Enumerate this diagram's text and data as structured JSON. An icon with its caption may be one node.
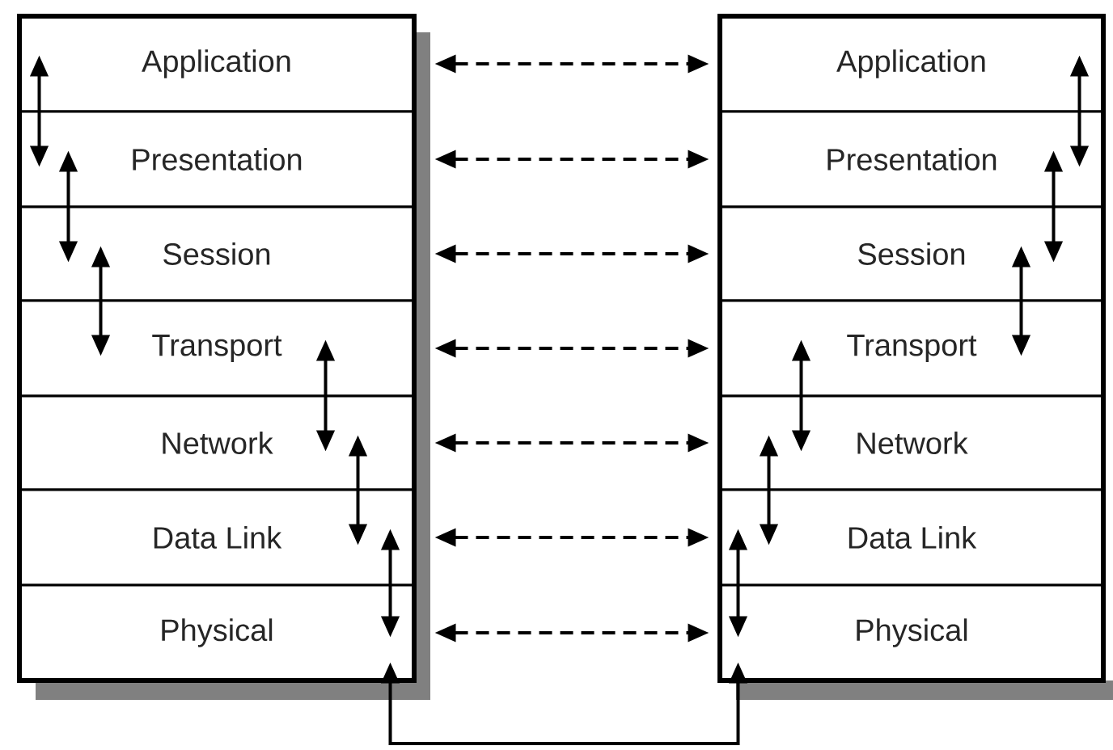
{
  "diagram": {
    "nodes": [
      {
        "text": [
          "Application"
        ]
      },
      {
        "text": [
          "Presentation"
        ]
      },
      {
        "text": [
          "Session"
        ]
      },
      {
        "text": [
          "Transport"
        ]
      },
      {
        "text": [
          "Network"
        ]
      },
      {
        "text": [
          "Data Link"
        ]
      },
      {
        "text": [
          "Physical"
        ]
      },
      {
        "text": [
          "Application"
        ]
      },
      {
        "text": [
          "Presentation"
        ]
      },
      {
        "text": [
          "Session"
        ]
      },
      {
        "text": [
          "Transport"
        ]
      },
      {
        "text": [
          "Network"
        ]
      },
      {
        "text": [
          "Data Link"
        ]
      },
      {
        "text": [
          "Physical"
        ]
      }
    ],
    "edges": [
      {
        "from": 0,
        "to": 1,
        "arrow": "both"
      },
      {
        "from": 1,
        "to": 2,
        "arrow": "both"
      },
      {
        "from": 2,
        "to": 3,
        "arrow": "both"
      },
      {
        "from": 3,
        "to": 4,
        "arrow": "both"
      },
      {
        "from": 4,
        "to": 5,
        "arrow": "both"
      },
      {
        "from": 5,
        "to": 6,
        "arrow": "both"
      },
      {
        "from": 7,
        "to": 8,
        "arrow": "both"
      },
      {
        "from": 8,
        "to": 9,
        "arrow": "both"
      },
      {
        "from": 9,
        "to": 10,
        "arrow": "both"
      },
      {
        "from": 10,
        "to": 11,
        "arrow": "both"
      },
      {
        "from": 11,
        "to": 12,
        "arrow": "both"
      },
      {
        "from": 12,
        "to": 13,
        "arrow": "both"
      },
      {
        "from": 0,
        "to": 7,
        "arrow": "both",
        "style": "dashed"
      },
      {
        "from": 1,
        "to": 8,
        "arrow": "both",
        "style": "dashed"
      },
      {
        "from": 2,
        "to": 9,
        "arrow": "both",
        "style": "dashed"
      },
      {
        "from": 3,
        "to": 10,
        "arrow": "both",
        "style": "dashed"
      },
      {
        "from": 4,
        "to": 11,
        "arrow": "both",
        "style": "dashed"
      },
      {
        "from": 5,
        "to": 12,
        "arrow": "both",
        "style": "dashed"
      },
      {
        "from": 6,
        "to": 13,
        "arrow": "both",
        "style": "dashed"
      },
      {
        "from": 6,
        "to": 13,
        "arrow": "both"
      }
    ]
  }
}
